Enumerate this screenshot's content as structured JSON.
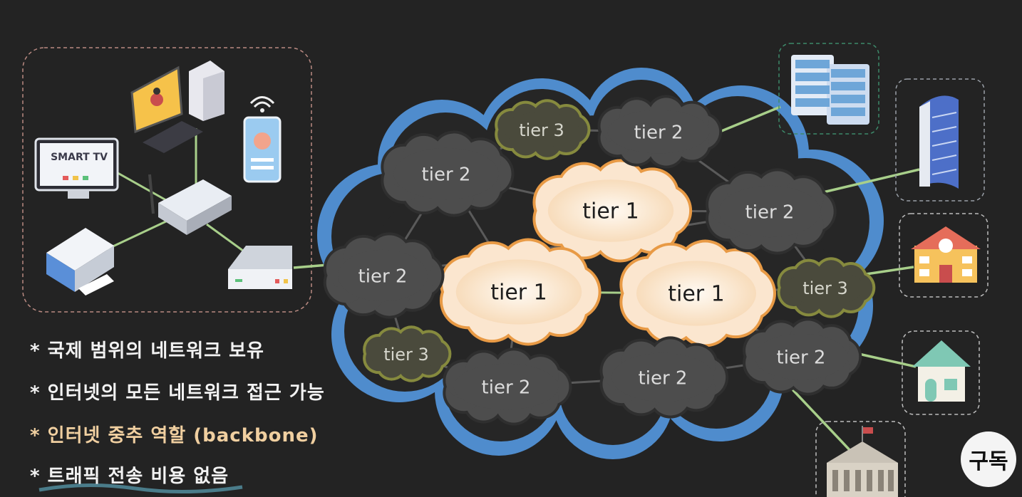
{
  "network": {
    "t1_label": "tier 1",
    "t2_label": "tier 2",
    "t3_label": "tier 3",
    "smart_tv_label": "SMART TV"
  },
  "features": [
    "* 국제 범위의 네트워크 보유",
    "* 인터넷의 모든 네트워크 접근 가능",
    "* 인터넷 중추 역할 (backbone)",
    "* 트래픽 전송 비용 없음"
  ],
  "subscribe_label": "구독",
  "colors": {
    "background": "#232323",
    "tier1_fill": "#fbe6cf",
    "tier1_border": "#e89a45",
    "tier2_fill": "#4d4d4d",
    "tier3_fill": "#4a4a3c",
    "tier3_border": "#868a3e",
    "outer_cloud": "#4f8ccd",
    "link_green": "#a8cf8a",
    "highlight_text": "#f0cfa0"
  }
}
